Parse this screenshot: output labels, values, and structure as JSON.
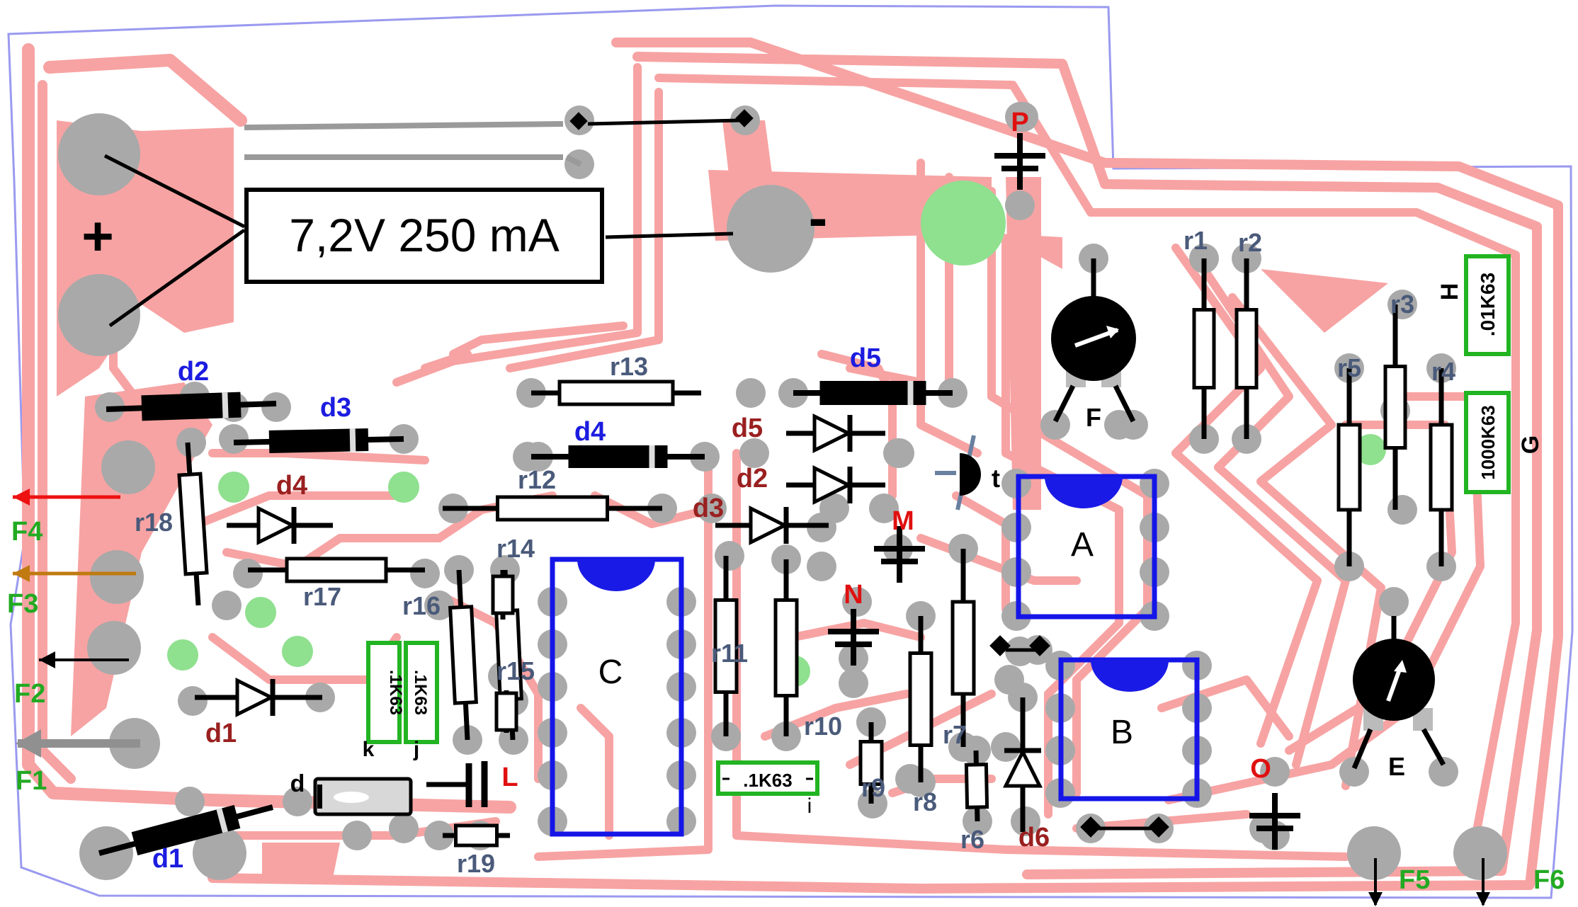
{
  "power": {
    "supply": "7,2V 250 mA",
    "plus": "+",
    "minus": "-"
  },
  "outputs": [
    "F1",
    "F2",
    "F3",
    "F4",
    "F5",
    "F6"
  ],
  "colors": {
    "copper": "#f7a3a3",
    "pad": "#a9a9a9",
    "pad_green": "#8fe08f",
    "board_outline": "#9a9af0",
    "ic_outline": "#1515e8",
    "ic_notch": "#1a1ae6",
    "cap_box": "#22b422",
    "label_red": "#e01010",
    "label_darkred": "#9a2020",
    "label_blue": "#1c1ce0",
    "label_slate": "#4a5a7a",
    "label_green": "#22aa22",
    "arrow_red": "#ee1111",
    "arrow_orange": "#c07a10",
    "arrow_gray": "#909090"
  },
  "ics": [
    "A",
    "B",
    "C"
  ],
  "trimmers": [
    "E",
    "F"
  ],
  "transistor": "t",
  "test_points": [
    "M",
    "N",
    "O",
    "P"
  ],
  "resistors": [
    "r1",
    "r2",
    "r3",
    "r4",
    "r5",
    "r6",
    "r7",
    "r8",
    "r9",
    "r10",
    "r11",
    "r12",
    "r13",
    "r14",
    "r15",
    "r16",
    "r17",
    "r18",
    "r19"
  ],
  "diodes_blue": [
    "d1",
    "d2",
    "d3",
    "d4",
    "d5"
  ],
  "diodes_red": [
    "d1",
    "d2",
    "d3",
    "d4",
    "d5",
    "d6"
  ],
  "diode_small": "d",
  "capacitors": [
    {
      "ref": "H",
      "value": ".01K63"
    },
    {
      "ref": "G",
      "value": "1000K63"
    },
    {
      "ref": "i",
      "value": ".1K63"
    },
    {
      "ref": "k",
      "value": ".1K63"
    },
    {
      "ref": "j",
      "value": ".1K63"
    }
  ],
  "capacitor_L": "L"
}
